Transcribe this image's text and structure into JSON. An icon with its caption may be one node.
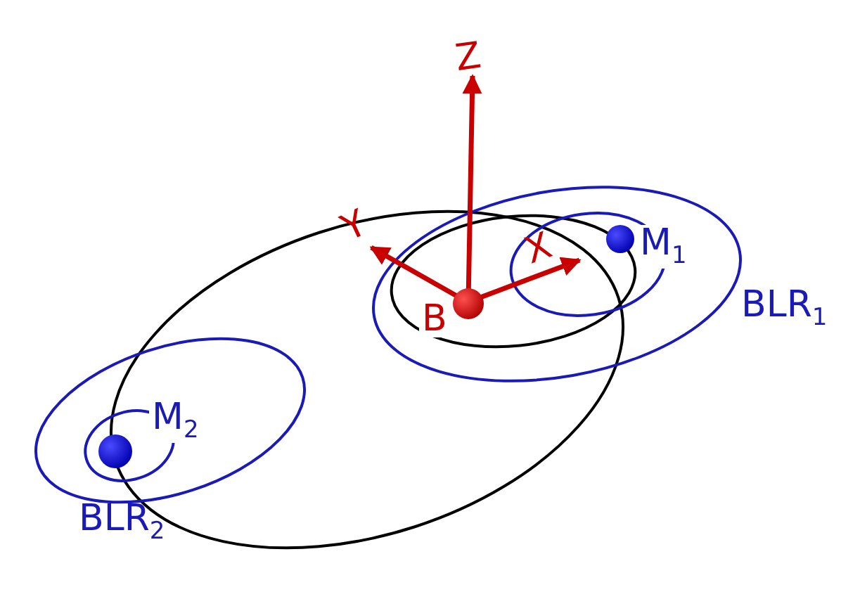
{
  "diagram": {
    "labels": [
      "Z",
      "Y",
      "X",
      "M$_{1}$",
      "B",
      "BLR$_{1}$",
      "M$_{2}$",
      "BLR$_{2}$"
    ]
  }
}
